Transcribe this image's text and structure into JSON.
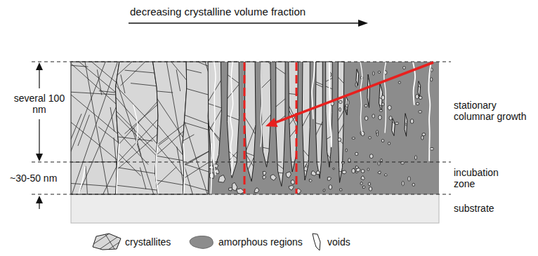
{
  "diagram": {
    "labels": [
      "decreasing crystalline volume fraction",
      "several 100 nm",
      "~30-50 nm",
      "stationary columnar growth",
      "incubation zone",
      "substrate"
    ],
    "legend": [
      {
        "text": "crystallites"
      },
      {
        "text": "amorphous regions",
        "color": "#8c8c8c"
      },
      {
        "text": "voids"
      }
    ]
  }
}
